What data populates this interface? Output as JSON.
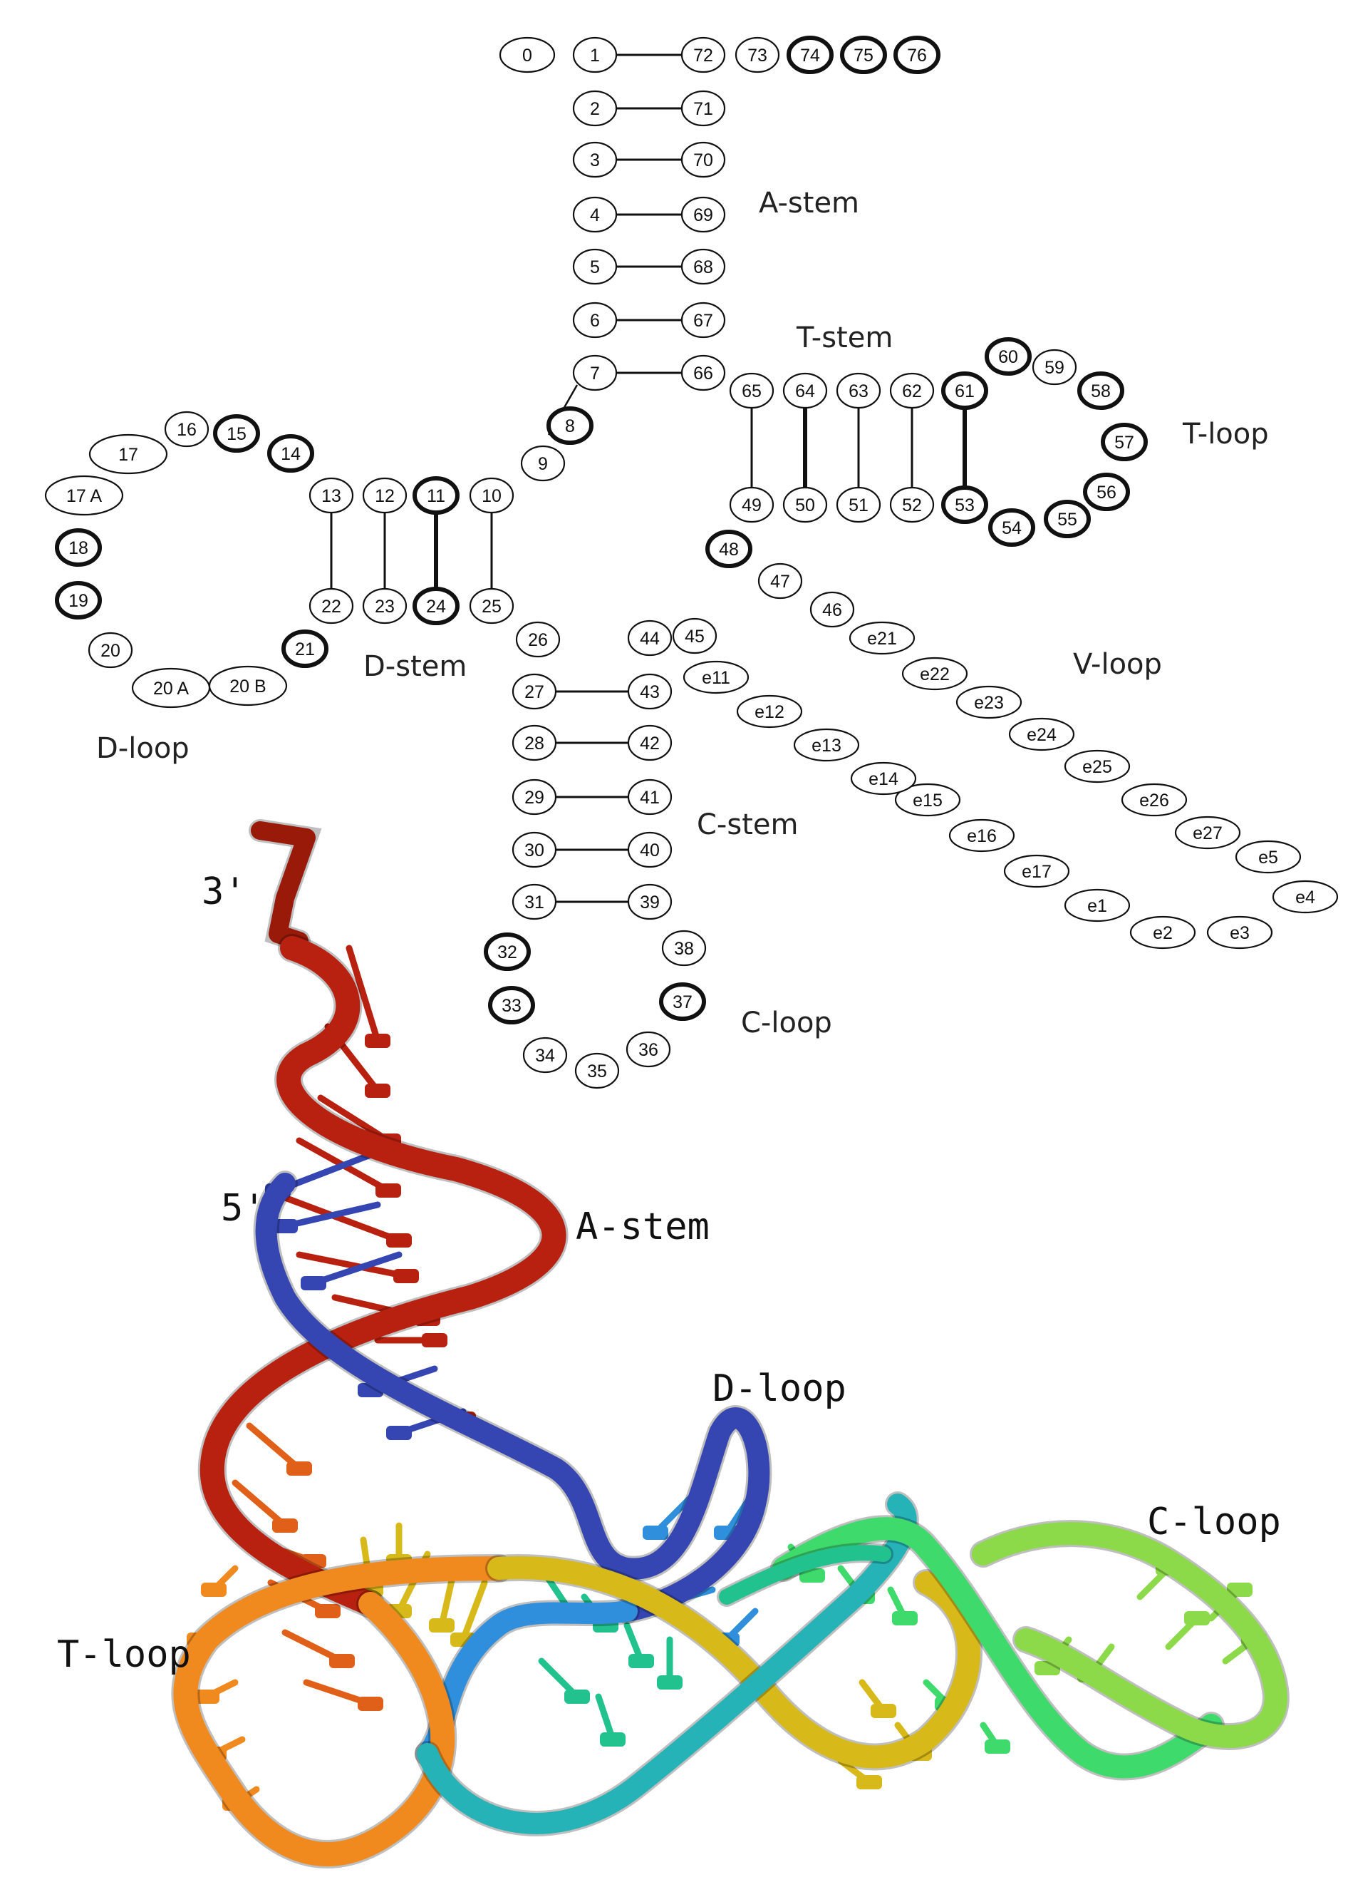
{
  "secondary_structure": {
    "region_labels": {
      "a_stem": "A-stem",
      "t_stem": "T-stem",
      "t_loop": "T-loop",
      "d_stem": "D-stem",
      "d_loop": "D-loop",
      "v_loop": "V-loop",
      "c_stem": "C-stem",
      "c_loop": "C-loop"
    },
    "nucleotides": [
      {
        "id": "0",
        "bold": false
      },
      {
        "id": "1",
        "bold": false
      },
      {
        "id": "72",
        "bold": false
      },
      {
        "id": "73",
        "bold": false
      },
      {
        "id": "74",
        "bold": true
      },
      {
        "id": "75",
        "bold": true
      },
      {
        "id": "76",
        "bold": true
      },
      {
        "id": "2",
        "bold": false
      },
      {
        "id": "71",
        "bold": false
      },
      {
        "id": "3",
        "bold": false
      },
      {
        "id": "70",
        "bold": false
      },
      {
        "id": "4",
        "bold": false
      },
      {
        "id": "69",
        "bold": false
      },
      {
        "id": "5",
        "bold": false
      },
      {
        "id": "68",
        "bold": false
      },
      {
        "id": "6",
        "bold": false
      },
      {
        "id": "67",
        "bold": false
      },
      {
        "id": "7",
        "bold": false
      },
      {
        "id": "66",
        "bold": false
      },
      {
        "id": "65",
        "bold": false
      },
      {
        "id": "64",
        "bold": false
      },
      {
        "id": "63",
        "bold": false
      },
      {
        "id": "62",
        "bold": false
      },
      {
        "id": "61",
        "bold": true
      },
      {
        "id": "60",
        "bold": true
      },
      {
        "id": "59",
        "bold": false
      },
      {
        "id": "58",
        "bold": true
      },
      {
        "id": "57",
        "bold": true
      },
      {
        "id": "56",
        "bold": true
      },
      {
        "id": "55",
        "bold": true
      },
      {
        "id": "54",
        "bold": true
      },
      {
        "id": "53",
        "bold": true
      },
      {
        "id": "52",
        "bold": false
      },
      {
        "id": "51",
        "bold": false
      },
      {
        "id": "50",
        "bold": false
      },
      {
        "id": "49",
        "bold": false
      },
      {
        "id": "48",
        "bold": true
      },
      {
        "id": "47",
        "bold": false
      },
      {
        "id": "46",
        "bold": false
      },
      {
        "id": "e21",
        "bold": false
      },
      {
        "id": "e22",
        "bold": false
      },
      {
        "id": "e23",
        "bold": false
      },
      {
        "id": "e24",
        "bold": false
      },
      {
        "id": "e25",
        "bold": false
      },
      {
        "id": "e26",
        "bold": false
      },
      {
        "id": "e27",
        "bold": false
      },
      {
        "id": "e5",
        "bold": false
      },
      {
        "id": "e4",
        "bold": false
      },
      {
        "id": "e3",
        "bold": false
      },
      {
        "id": "e2",
        "bold": false
      },
      {
        "id": "e1",
        "bold": false
      },
      {
        "id": "e17",
        "bold": false
      },
      {
        "id": "e16",
        "bold": false
      },
      {
        "id": "e15",
        "bold": false
      },
      {
        "id": "e14",
        "bold": false
      },
      {
        "id": "e13",
        "bold": false
      },
      {
        "id": "e12",
        "bold": false
      },
      {
        "id": "e11",
        "bold": false
      },
      {
        "id": "45",
        "bold": false
      },
      {
        "id": "44",
        "bold": false
      },
      {
        "id": "43",
        "bold": false
      },
      {
        "id": "42",
        "bold": false
      },
      {
        "id": "41",
        "bold": false
      },
      {
        "id": "40",
        "bold": false
      },
      {
        "id": "39",
        "bold": false
      },
      {
        "id": "38",
        "bold": false
      },
      {
        "id": "37",
        "bold": true
      },
      {
        "id": "36",
        "bold": false
      },
      {
        "id": "35",
        "bold": false
      },
      {
        "id": "34",
        "bold": false
      },
      {
        "id": "33",
        "bold": true
      },
      {
        "id": "32",
        "bold": true
      },
      {
        "id": "31",
        "bold": false
      },
      {
        "id": "30",
        "bold": false
      },
      {
        "id": "29",
        "bold": false
      },
      {
        "id": "28",
        "bold": false
      },
      {
        "id": "27",
        "bold": false
      },
      {
        "id": "26",
        "bold": false
      },
      {
        "id": "25",
        "bold": false
      },
      {
        "id": "24",
        "bold": true
      },
      {
        "id": "23",
        "bold": false
      },
      {
        "id": "22",
        "bold": false
      },
      {
        "id": "21",
        "bold": true
      },
      {
        "id": "20 B",
        "bold": false
      },
      {
        "id": "20 A",
        "bold": false
      },
      {
        "id": "20",
        "bold": false
      },
      {
        "id": "19",
        "bold": true
      },
      {
        "id": "18",
        "bold": true
      },
      {
        "id": "17 A",
        "bold": false
      },
      {
        "id": "17",
        "bold": false
      },
      {
        "id": "16",
        "bold": false
      },
      {
        "id": "15",
        "bold": true
      },
      {
        "id": "14",
        "bold": true
      },
      {
        "id": "13",
        "bold": false
      },
      {
        "id": "12",
        "bold": false
      },
      {
        "id": "11",
        "bold": true
      },
      {
        "id": "10",
        "bold": false
      },
      {
        "id": "9",
        "bold": false
      },
      {
        "id": "8",
        "bold": true
      }
    ],
    "base_pairs": [
      [
        "1",
        "72"
      ],
      [
        "2",
        "71"
      ],
      [
        "3",
        "70"
      ],
      [
        "4",
        "69"
      ],
      [
        "5",
        "68"
      ],
      [
        "6",
        "67"
      ],
      [
        "7",
        "66"
      ],
      [
        "65",
        "49"
      ],
      [
        "64",
        "50"
      ],
      [
        "63",
        "51"
      ],
      [
        "62",
        "52"
      ],
      [
        "61",
        "53"
      ],
      [
        "13",
        "22"
      ],
      [
        "12",
        "23"
      ],
      [
        "11",
        "24"
      ],
      [
        "10",
        "25"
      ],
      [
        "27",
        "43"
      ],
      [
        "28",
        "42"
      ],
      [
        "29",
        "41"
      ],
      [
        "30",
        "40"
      ],
      [
        "31",
        "39"
      ]
    ],
    "bold_pairs": [
      [
        "64",
        "50"
      ],
      [
        "61",
        "53"
      ],
      [
        "11",
        "24"
      ]
    ]
  },
  "tertiary_structure": {
    "labels": {
      "three_prime": "3'",
      "five_prime": "5'",
      "a_stem": "A-stem",
      "d_loop": "D-loop",
      "c_loop": "C-loop",
      "t_loop": "T-loop"
    },
    "colors": {
      "red": "#b8200f",
      "dark_red": "#9a1a0a",
      "blue": "#3546b2",
      "light_blue": "#2f8fdc",
      "cyan": "#26b3b8",
      "teal": "#22c28f",
      "green": "#3fda6c",
      "lime": "#8cd94a",
      "yellow": "#d8b91a",
      "orange": "#f08a1e",
      "dark_orange": "#e0601a"
    }
  }
}
